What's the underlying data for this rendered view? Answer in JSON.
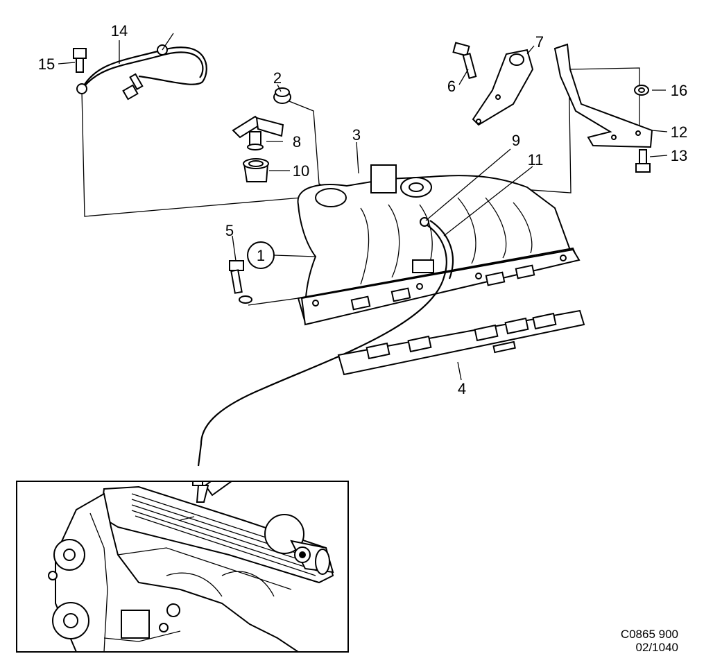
{
  "diagram": {
    "callouts": [
      "1",
      "2",
      "3",
      "4",
      "5",
      "6",
      "7",
      "8",
      "9",
      "10",
      "11",
      "12",
      "13",
      "14",
      "15",
      "16"
    ],
    "reference": {
      "code": "C0865 900",
      "date": "02/1040"
    }
  }
}
